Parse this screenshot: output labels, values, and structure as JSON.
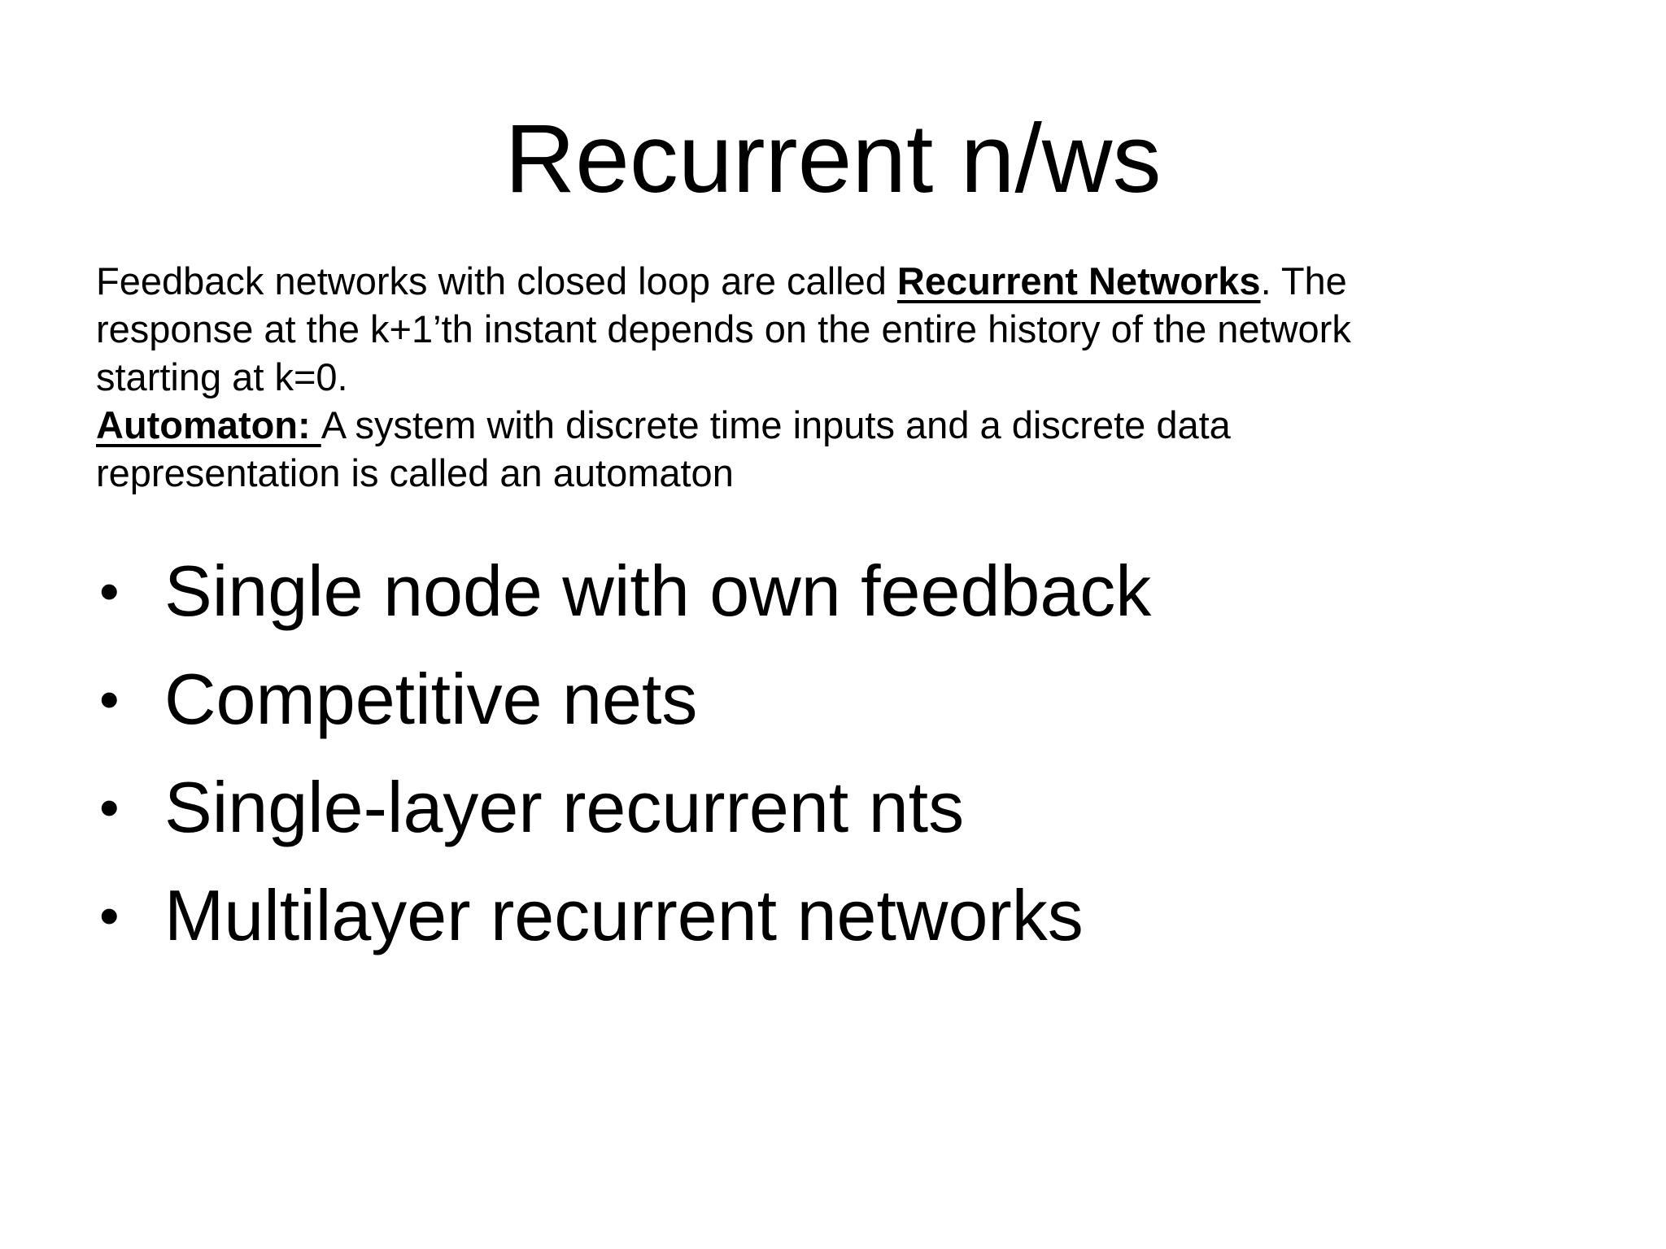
{
  "slide": {
    "title": "Recurrent n/ws",
    "paragraph": {
      "lines": [
        {
          "segments": [
            {
              "text": "Feedback networks with closed loop are called ",
              "style": "regular"
            },
            {
              "text": "Recurrent Networks",
              "style": "bold-underline"
            },
            {
              "text": ". The",
              "style": "regular"
            }
          ]
        },
        {
          "segments": [
            {
              "text": "response at the k+1’th instant depends on the entire history of the network",
              "style": "regular"
            }
          ]
        },
        {
          "segments": [
            {
              "text": "starting at k=0.",
              "style": "regular"
            }
          ]
        },
        {
          "segments": [
            {
              "text": "Automaton: ",
              "style": "bold-underline"
            },
            {
              "text": "A system with discrete time inputs and a discrete data",
              "style": "regular"
            }
          ]
        },
        {
          "segments": [
            {
              "text": "representation is called an automaton",
              "style": "regular"
            }
          ]
        }
      ]
    },
    "bullet_list": {
      "bullet_char": "•",
      "items": [
        "Single node with own feedback",
        "Competitive nets",
        "Single-layer recurrent nts",
        "Multilayer recurrent networks"
      ]
    }
  },
  "colors": {
    "background": "#ffffff",
    "text": "#000000"
  }
}
